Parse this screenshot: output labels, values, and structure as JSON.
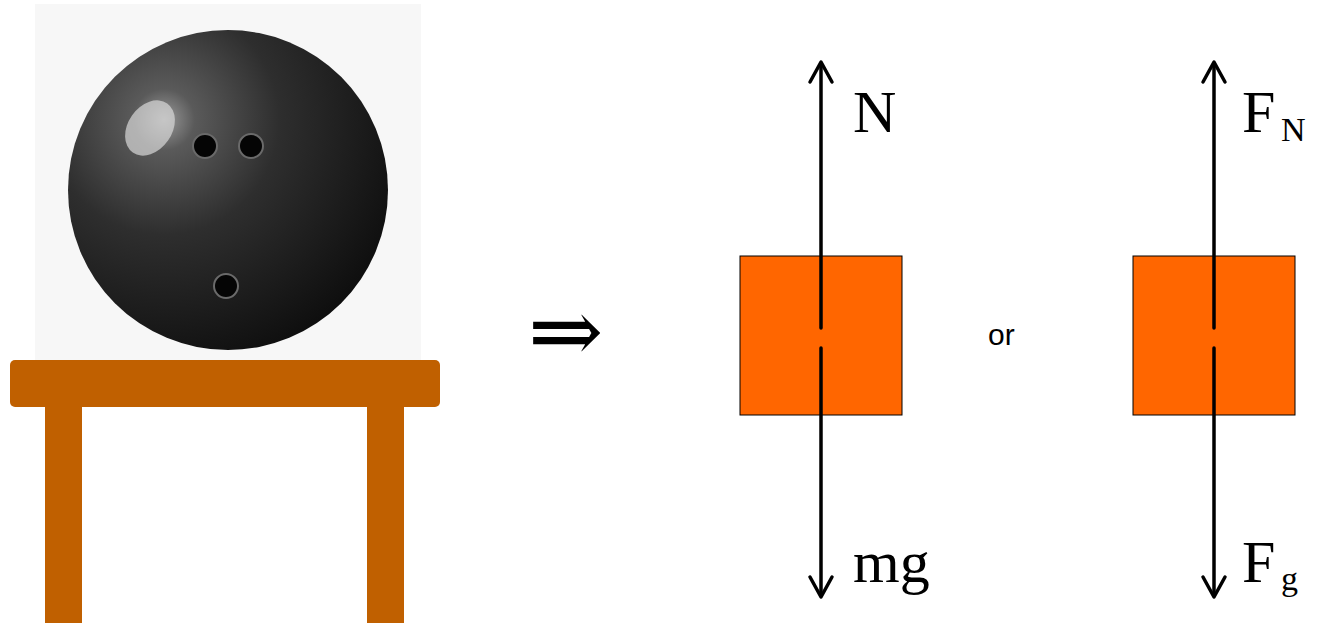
{
  "diagram": {
    "labels": [
      "⇒",
      "N",
      "mg",
      "or",
      "F",
      "N",
      "F",
      "g"
    ]
  }
}
